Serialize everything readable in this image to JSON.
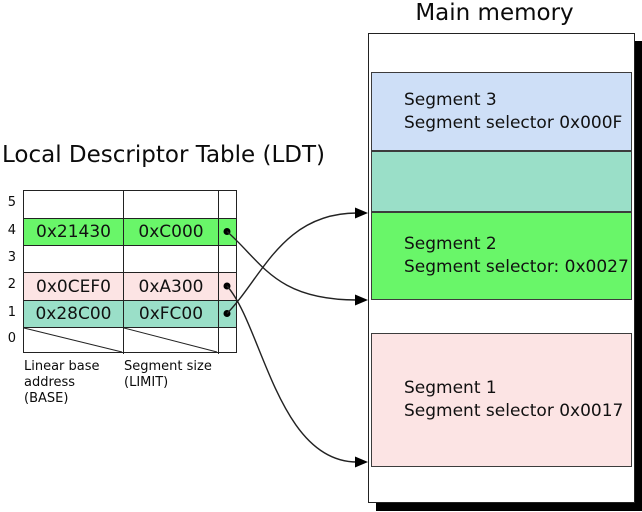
{
  "ldt": {
    "title": "Local Descriptor Table (LDT)",
    "rows": [
      {
        "index": "5",
        "base": "",
        "limit": ""
      },
      {
        "index": "4",
        "base": "0x21430",
        "limit": "0xC000"
      },
      {
        "index": "3",
        "base": "",
        "limit": ""
      },
      {
        "index": "2",
        "base": "0x0CEF0",
        "limit": "0xA300"
      },
      {
        "index": "1",
        "base": "0x28C00",
        "limit": "0xFC00"
      },
      {
        "index": "0",
        "base": "",
        "limit": ""
      }
    ],
    "base_column_label": [
      "Linear base",
      "address",
      "(BASE)"
    ],
    "limit_column_label": [
      "Segment size",
      "(LIMIT)"
    ]
  },
  "memory": {
    "title": "Main memory",
    "segments": [
      {
        "label": "Segment 3",
        "selector": "Segment selector 0x000F",
        "color": "#CEDFF7"
      },
      {
        "label": "",
        "selector": "",
        "color": "#9ADFC8"
      },
      {
        "label": "Segment 2",
        "selector": "Segment selector: 0x0027",
        "color": "#69F669"
      },
      {
        "label": "Segment 1",
        "selector": "Segment selector 0x0017",
        "color": "#FCE4E4"
      }
    ]
  },
  "arrows": [
    {
      "from": "LDT row 4",
      "to": "base of Segment 2"
    },
    {
      "from": "LDT row 2",
      "to": "base of Segment 1"
    },
    {
      "from": "LDT row 1",
      "to": "base of unlabeled segment above Segment 2"
    }
  ],
  "colors": {
    "row_green": "#69F669",
    "row_pink": "#FCE4E4",
    "row_teal": "#9ADFC8",
    "segment_blue": "#CEDFF7",
    "line": "#222222",
    "shadow": "#000000"
  }
}
